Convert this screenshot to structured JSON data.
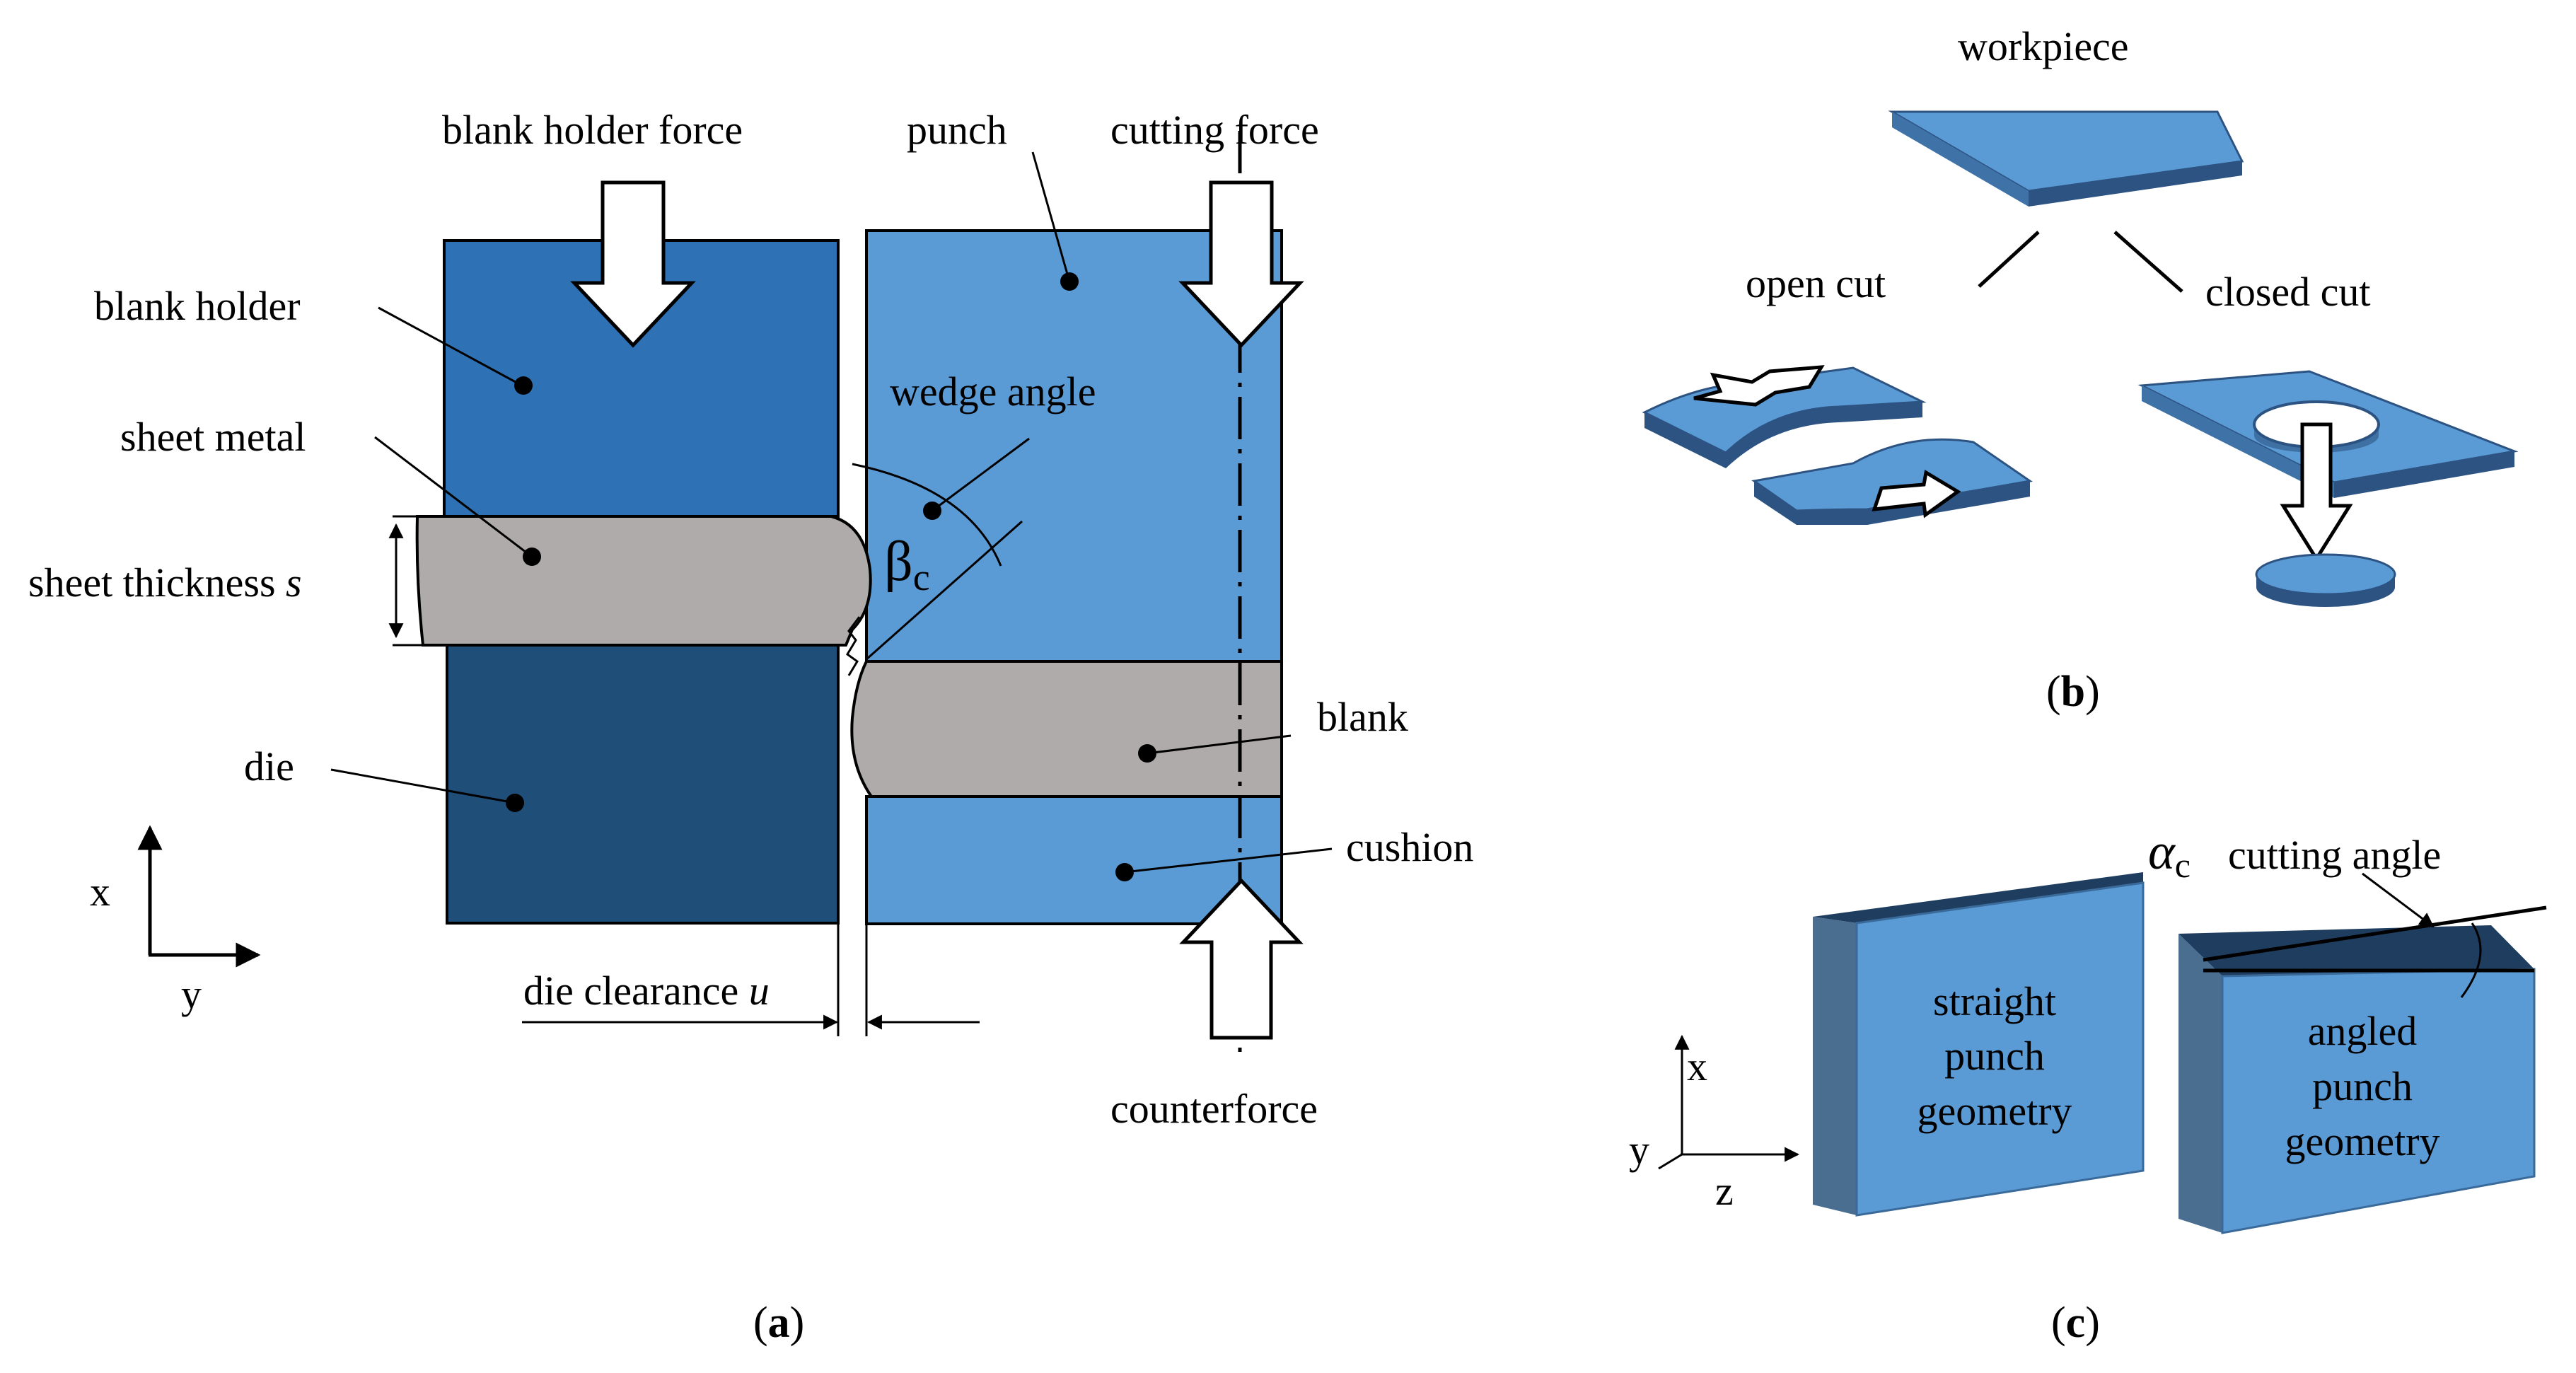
{
  "panel_a": {
    "labels": {
      "blank_holder_force": "blank holder force",
      "punch": "punch",
      "cutting_force": "cutting force",
      "blank_holder": "blank holder",
      "sheet_metal": "sheet metal",
      "wedge_angle": "wedge angle",
      "beta": "β",
      "beta_sub": "c",
      "sheet_thickness": "sheet thickness",
      "sheet_thickness_var": "s",
      "blank": "blank",
      "die": "die",
      "cushion": "cushion",
      "x_axis": "x",
      "y_axis": "y",
      "die_clearance": "die clearance",
      "die_clearance_var": "u",
      "counterforce": "counterforce"
    },
    "caption_open": "(",
    "caption_letter": "a",
    "caption_close": ")"
  },
  "panel_b": {
    "labels": {
      "workpiece": "workpiece",
      "open_cut": "open cut",
      "closed_cut": "closed cut"
    },
    "caption_open": "(",
    "caption_letter": "b",
    "caption_close": ")"
  },
  "panel_c": {
    "labels": {
      "alpha": "α",
      "alpha_sub": "c",
      "cutting_angle": "cutting angle",
      "straight_1": "straight",
      "straight_2": "punch",
      "straight_3": "geometry",
      "angled_1": "angled",
      "angled_2": "punch",
      "angled_3": "geometry",
      "x_axis": "x",
      "y_axis": "y",
      "z_axis": "z"
    },
    "caption_open": "(",
    "caption_letter": "c",
    "caption_close": ")"
  },
  "colors": {
    "blank_holder": "#2e72b5",
    "die": "#1f4e79",
    "punch": "#5b9bd5",
    "sheet": "#afabab",
    "plate_top": "#5b9bd5",
    "plate_side": "#2c5382",
    "punch_side": "#4a6e8f"
  }
}
